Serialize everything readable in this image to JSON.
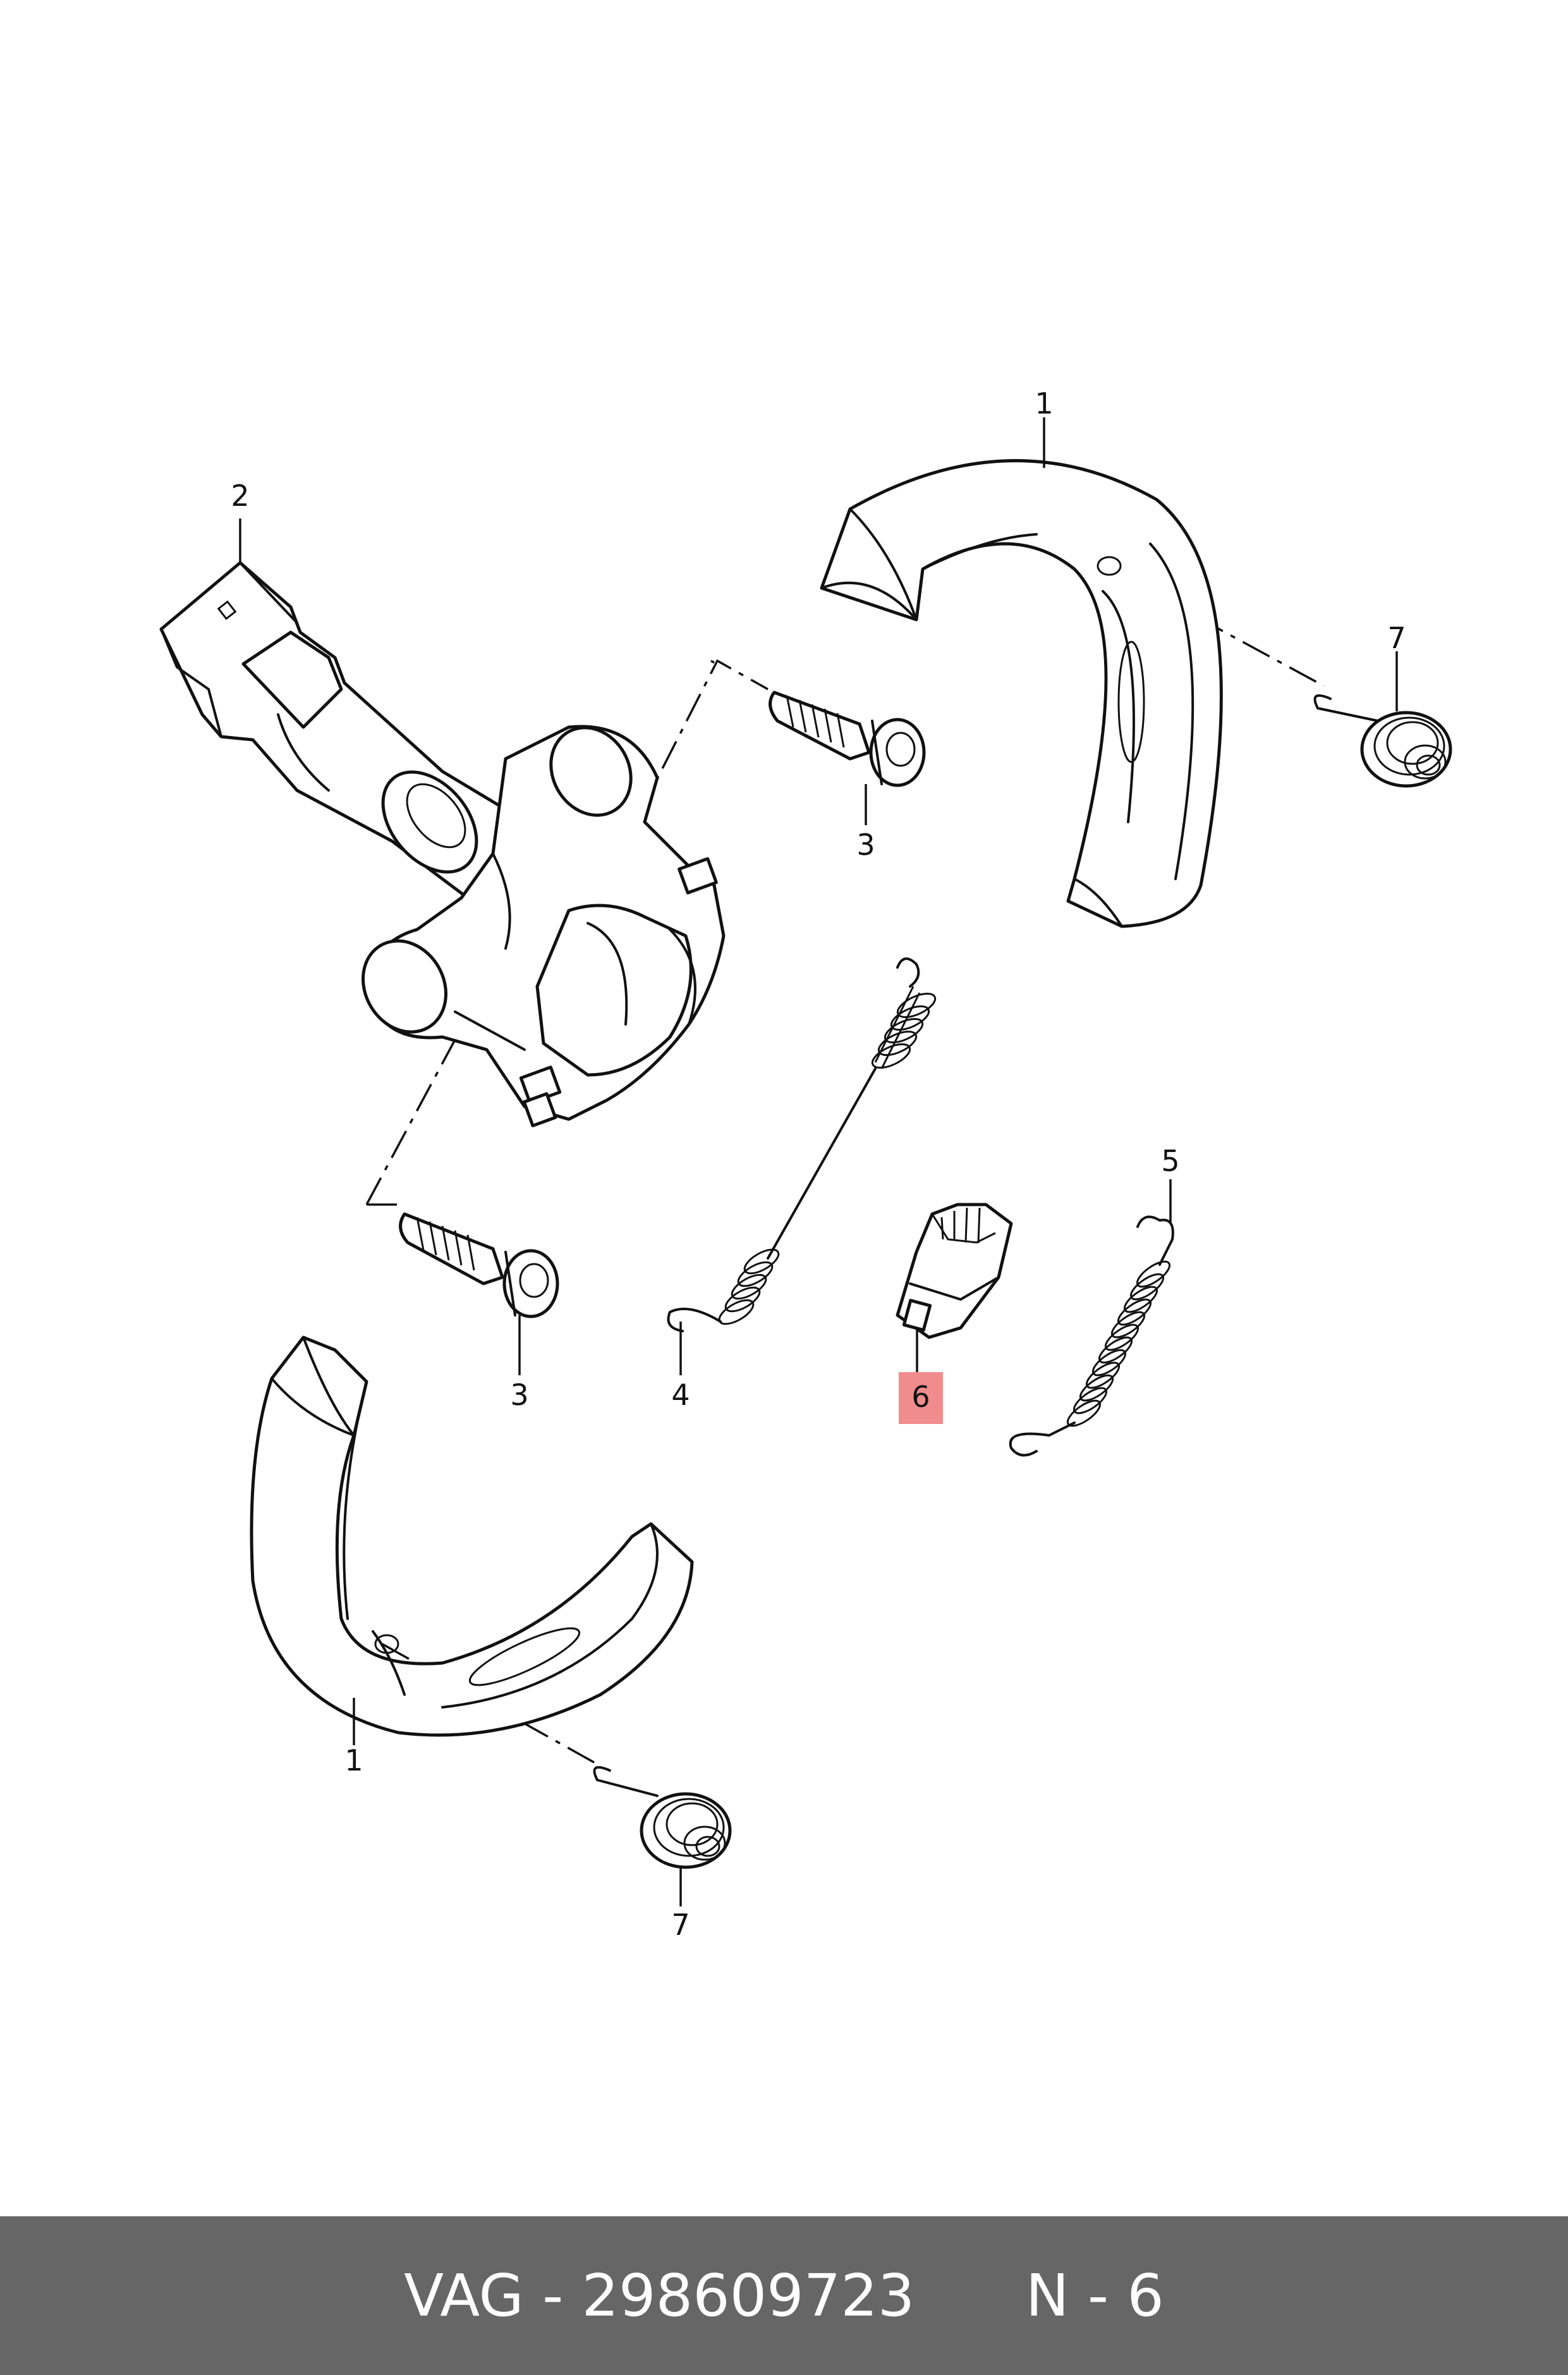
{
  "callouts": [
    {
      "id": "shoe-top",
      "label": "1"
    },
    {
      "id": "motor",
      "label": "2"
    },
    {
      "id": "bolt-top",
      "label": "3"
    },
    {
      "id": "spring-4",
      "label": "4"
    },
    {
      "id": "spring-5",
      "label": "5"
    },
    {
      "id": "adjuster",
      "label": "6",
      "highlighted": true
    },
    {
      "id": "hold-spring-top",
      "label": "7"
    },
    {
      "id": "bolt-bottom",
      "label": "3"
    },
    {
      "id": "shoe-bottom",
      "label": "1"
    },
    {
      "id": "hold-spring-bottom",
      "label": "7"
    }
  ],
  "highlight_color": "#f08080",
  "footer": {
    "brand": "VAG",
    "part_number": "298609723",
    "position": "N - 6",
    "text": "VAG - 298609723      N - 6",
    "background": "#666666",
    "text_color": "#ffffff"
  }
}
